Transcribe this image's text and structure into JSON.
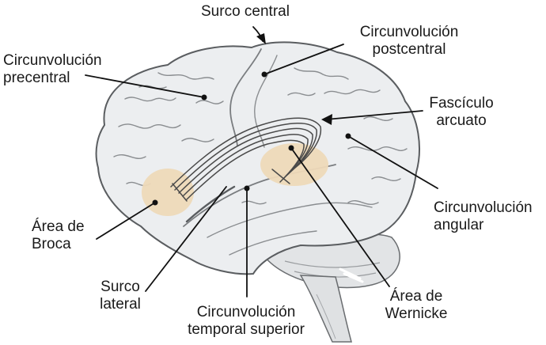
{
  "labels": {
    "surco_central": "Surco central",
    "circ_poscentral": [
      "Circunvolución",
      "postcentral"
    ],
    "circ_precentral": [
      "Circunvolución",
      "precentral"
    ],
    "fasciculo": [
      "Fascículo",
      "arcuato"
    ],
    "circ_angular": [
      "Circunvolución",
      "angular"
    ],
    "broca": [
      "Área de",
      "Broca"
    ],
    "surco_lateral": [
      "Surco",
      "lateral"
    ],
    "circ_temporal": [
      "Circunvolución",
      "temporal superior"
    ],
    "wernicke": [
      "Área de",
      "Wernicke"
    ]
  },
  "colors": {
    "brain_fill": "#eceef0",
    "brain_outline": "#5a5d60",
    "gyri_lines": "#8a8d90",
    "highlight_area": "#eed9b8",
    "fasciculus": "#4a4a4a",
    "leader_lines": "#111111",
    "label_text": "#1a1a1a"
  }
}
